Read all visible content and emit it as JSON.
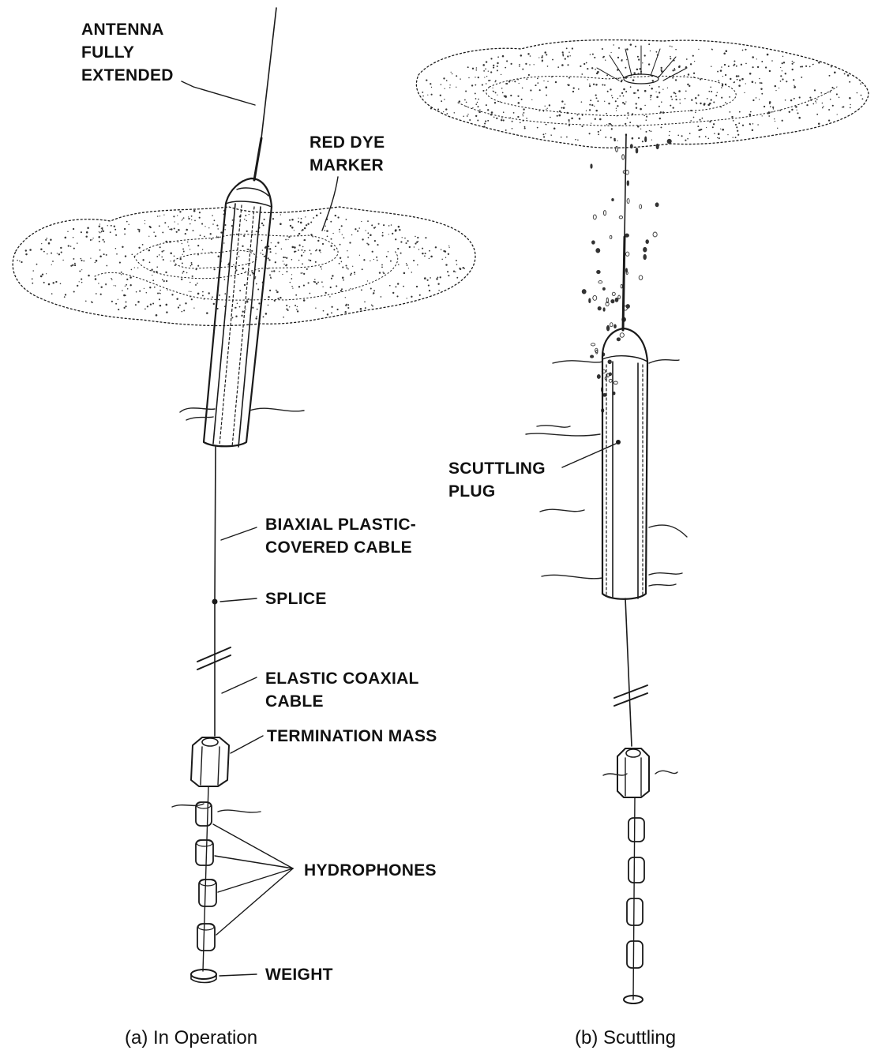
{
  "panel_a": {
    "caption": "(a)  In Operation",
    "labels": {
      "antenna_1": "ANTENNA",
      "antenna_2": "FULLY",
      "antenna_3": "EXTENDED",
      "dye_1": "RED DYE",
      "dye_2": "MARKER",
      "biaxial_1": "BIAXIAL PLASTIC-",
      "biaxial_2": "COVERED CABLE",
      "splice": "SPLICE",
      "elastic_1": "ELASTIC COAXIAL",
      "elastic_2": "CABLE",
      "termination": "TERMINATION MASS",
      "hydrophones": "HYDROPHONES",
      "weight": "WEIGHT"
    }
  },
  "panel_b": {
    "caption": "(b)  Scuttling",
    "labels": {
      "plug_1": "SCUTTLING",
      "plug_2": "PLUG"
    }
  }
}
